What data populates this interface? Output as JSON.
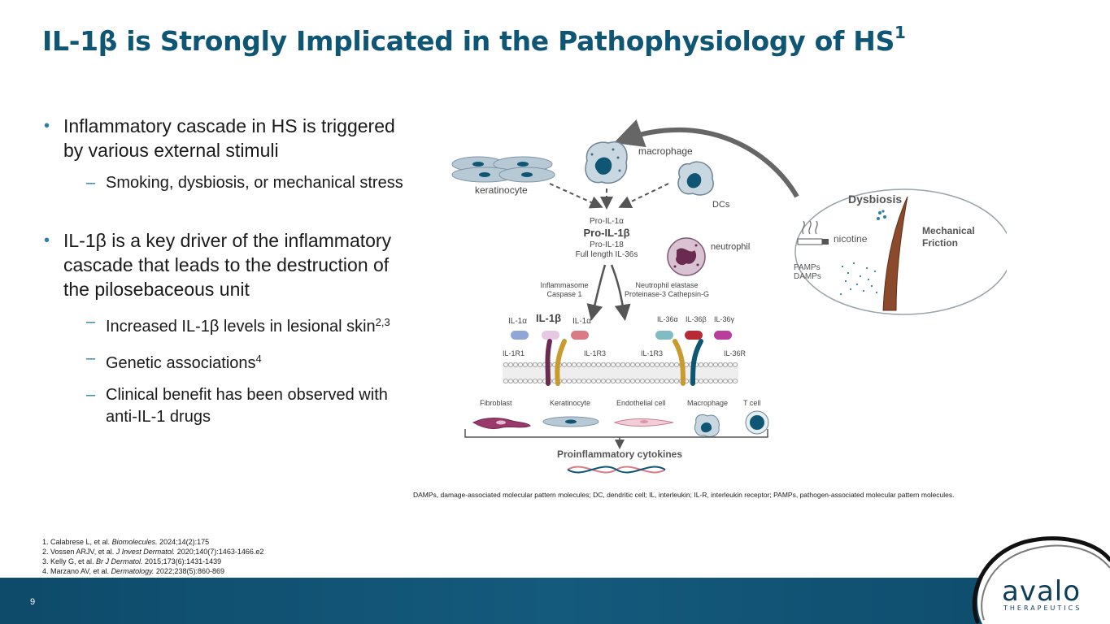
{
  "slide": {
    "title_main": "IL-1β is Strongly Implicated in the Pathophysiology of HS",
    "title_sup": "1",
    "page_number": "9"
  },
  "bullets": {
    "b1": "Inflammatory cascade in HS is triggered by various external stimuli",
    "b1_sub1": "Smoking, dysbiosis, or mechanical stress",
    "b2": "IL-1β is a key driver of the inflammatory cascade that leads to the destruction of the pilosebaceous unit",
    "b2_sub1": "Increased IL-1β levels in lesional skin",
    "b2_sub1_sup": "2,3",
    "b2_sub2": "Genetic associations",
    "b2_sub2_sup": "4",
    "b2_sub3": "Clinical benefit has been observed with anti-IL-1 drugs"
  },
  "diagram": {
    "keratinocyte": "keratinocyte",
    "macrophage": "macrophage",
    "dcs": "DCs",
    "neutrophil": "neutrophil",
    "pro_il1a": "Pro-IL-1α",
    "pro_il1b": "Pro-IL-1β",
    "pro_il18": "Pro-IL-18",
    "full_il36": "Full length IL-36s",
    "inflammasome": "Inflammasome",
    "caspase": "Caspase 1",
    "neut_elastase": "Neutrophil elastase",
    "proteinase": "Proteinase-3 Cathepsin-G",
    "il1a_left": "IL-1α",
    "il1b": "IL-1β",
    "il1a_right": "IL-1α",
    "il36a": "IL-36α",
    "il36b": "IL-36β",
    "il36g": "IL-36γ",
    "il1r1": "IL-1R1",
    "il1r3_a": "IL-1R3",
    "il1r3_b": "IL-1R3",
    "il36r": "IL-36R",
    "fibroblast": "Fibroblast",
    "keratinocyte2": "Keratinocyte",
    "endothelial": "Endothelial cell",
    "macrophage2": "Macrophage",
    "tcell": "T cell",
    "proinflammatory": "Proinflammatory cytokines",
    "dysbiosis": "Dysbiosis",
    "nicotine": "nicotine",
    "mech1": "Mechanical",
    "mech2": "Friction",
    "pamps": "PAMPs",
    "damps": "DAMPs"
  },
  "abbreviations": "DAMPs, damage-associated molecular pattern molecules; DC, dendritic cell; IL, interleukin; IL-R, interleukin receptor; PAMPs, pathogen-associated molecular pattern molecules.",
  "references": [
    {
      "pre": "1. Calabrese L, et al. ",
      "journal": "Biomolecules.",
      "post": " 2024;14(2):175"
    },
    {
      "pre": "2. Vossen ARJV, et al. ",
      "journal": "J Invest Dermatol.",
      "post": " 2020;140(7):1463-1466.e2"
    },
    {
      "pre": "3. Kelly G, et al. ",
      "journal": "Br J Dermatol.",
      "post": " 2015;173(6):1431-1439"
    },
    {
      "pre": "4. Marzano AV, et al. ",
      "journal": "Dermatology.",
      "post": " 2022;238(5):860-869"
    }
  ],
  "logo": {
    "name": "avalo",
    "sub": "THERAPEUTICS"
  },
  "colors": {
    "title": "#0f5674",
    "footer": "#0e4a6a",
    "bullet_accent": "#2c7fa3"
  }
}
